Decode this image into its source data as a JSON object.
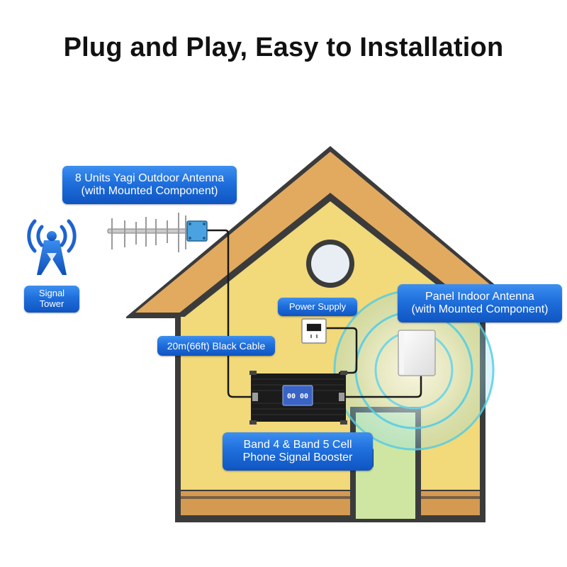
{
  "title": "Plug and Play, Easy to Installation",
  "labels": {
    "yagi_line1": "8 Units Yagi Outdoor Antenna",
    "yagi_line2": "(with Mounted Component)",
    "tower_line1": "Signal",
    "tower_line2": "Tower",
    "power": "Power Supply",
    "cable": "20m(66ft) Black Cable",
    "panel_line1": "Panel Indoor Antenna",
    "panel_line2": "(with Mounted Component)",
    "booster_line1": "Band 4 & Band 5 Cell",
    "booster_line2": "Phone Signal Booster"
  },
  "colors": {
    "label_blue": "#1f6fdc",
    "roof": "#e2aa5f",
    "wall": "#f2d979",
    "outline": "#3b3b3b",
    "door": "#cfe6a3",
    "signal_glow": "#3fc6e0",
    "tower_blue": "#1e63cf"
  },
  "booster_display": "00 00"
}
